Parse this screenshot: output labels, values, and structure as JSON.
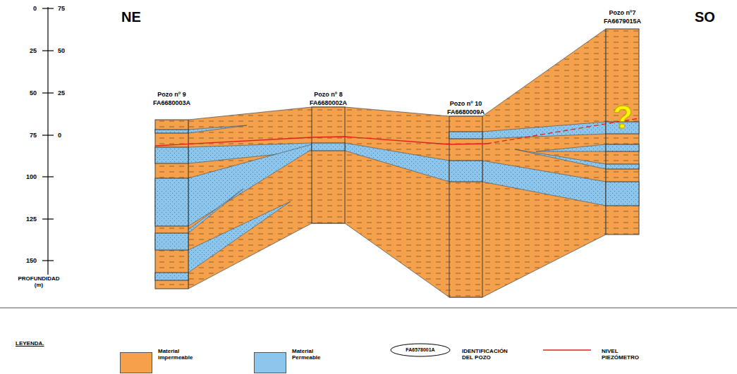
{
  "diagram": {
    "nodes": [
      {
        "text": [
          "Pozo nº 9",
          "FA6680003A"
        ]
      },
      {
        "text": [
          "Pozo nº 8",
          "FA6680002A"
        ]
      },
      {
        "text": [
          "Pozo nº 10",
          "FA6680009A"
        ]
      },
      {
        "text": [
          "Pozo nº7",
          "FA6679015A"
        ]
      }
    ],
    "labels": [
      "NE",
      "SO",
      "0",
      "25",
      "50",
      "75",
      "100",
      "125",
      "150",
      "75",
      "50",
      "25",
      "0",
      "PROFUNDIDAD (m)",
      "?",
      "LEYENDA.",
      "FA6578001A"
    ],
    "legend": [
      {
        "text": "Material impermeable",
        "color": "#f5a04a"
      },
      {
        "text": "Material Permeable",
        "color": "#8dc6ec"
      },
      {
        "text": "IDENTIFICACIÓN DEL POZO"
      },
      {
        "text": "NIVEL PIEZÓMETRO"
      }
    ]
  }
}
